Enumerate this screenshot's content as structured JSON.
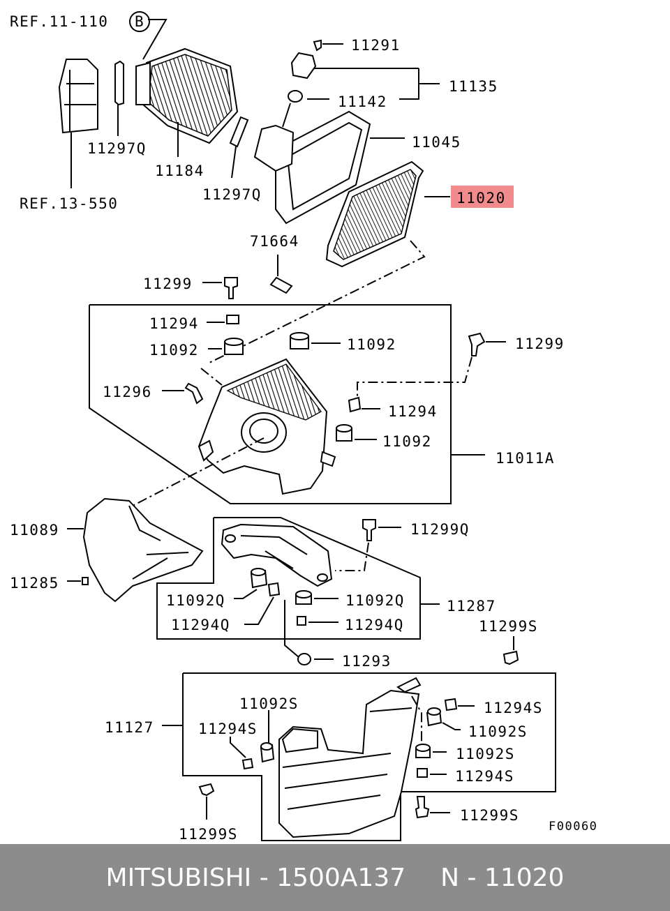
{
  "diagram": {
    "labels": {
      "ref_11_110": "REF.11-110",
      "ref_b": "B",
      "ref_13_550": "REF.13-550",
      "p11291": "11291",
      "p11135": "11135",
      "p11142": "11142",
      "p11045": "11045",
      "p11020": "11020",
      "p11297q_a": "11297Q",
      "p11184": "11184",
      "p11297q_b": "11297Q",
      "p71664": "71664",
      "p11299_a": "11299",
      "p11294_a": "11294",
      "p11092_a": "11092",
      "p11092_b": "11092",
      "p11299_b": "11299",
      "p11296": "11296",
      "p11294_b": "11294",
      "p11092_c": "11092",
      "p11011a": "11011A",
      "p11089": "11089",
      "p11299q": "11299Q",
      "p11285": "11285",
      "p11092q_a": "11092Q",
      "p11092q_b": "11092Q",
      "p11287": "11287",
      "p11294q_a": "11294Q",
      "p11294q_b": "11294Q",
      "p11299s_a": "11299S",
      "p11293": "11293",
      "p11092s_a": "11092S",
      "p11294s_a": "11294S",
      "p11127": "11127",
      "p11294s_b": "11294S",
      "p11092s_b": "11092S",
      "p11092s_c": "11092S",
      "p11294s_c": "11294S",
      "p11299s_b": "11299S",
      "p11299s_c": "11299S",
      "fig_code": "F00060"
    },
    "highlight_color": "#f28b8b"
  },
  "footer": {
    "brand": "MITSUBISHI - 1500A137",
    "part": "N - 11020",
    "bg_color": "#8c8c8c"
  }
}
